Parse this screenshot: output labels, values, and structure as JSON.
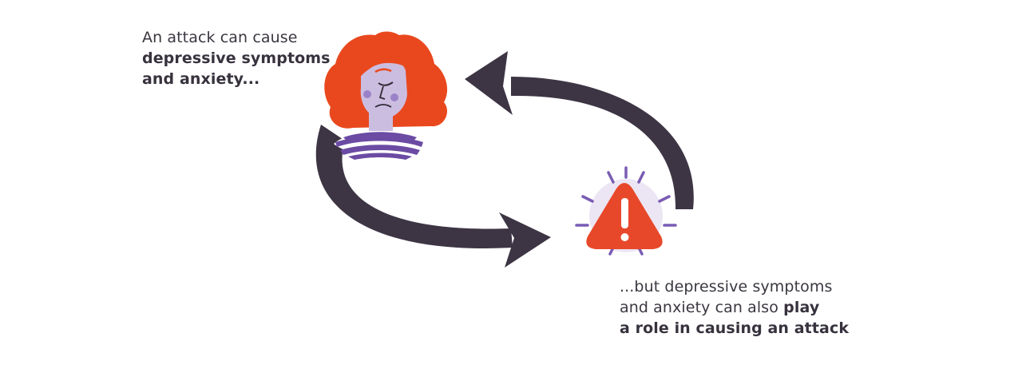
{
  "captions": {
    "top": {
      "line1": "An attack can cause",
      "line2": "depressive symptoms",
      "line3": "and anxiety..."
    },
    "bottom": {
      "line1": "...but depressive symptoms",
      "line2_regular": "and anxiety can also ",
      "line2_bold": "play",
      "line3": "a role in causing an attack"
    }
  },
  "icons": {
    "person": "woman-face-illustration-icon",
    "warning": "warning-triangle-icon",
    "cycle": "cycle-arrows-icon"
  },
  "colors": {
    "arrow": "#3d3544",
    "hair": "#e9481e",
    "skin": "#cbbde0",
    "stripe": "#6b4ba3",
    "warning_fill": "#e8482a",
    "burst": "#7a5cb3",
    "text": "#3b3640"
  }
}
